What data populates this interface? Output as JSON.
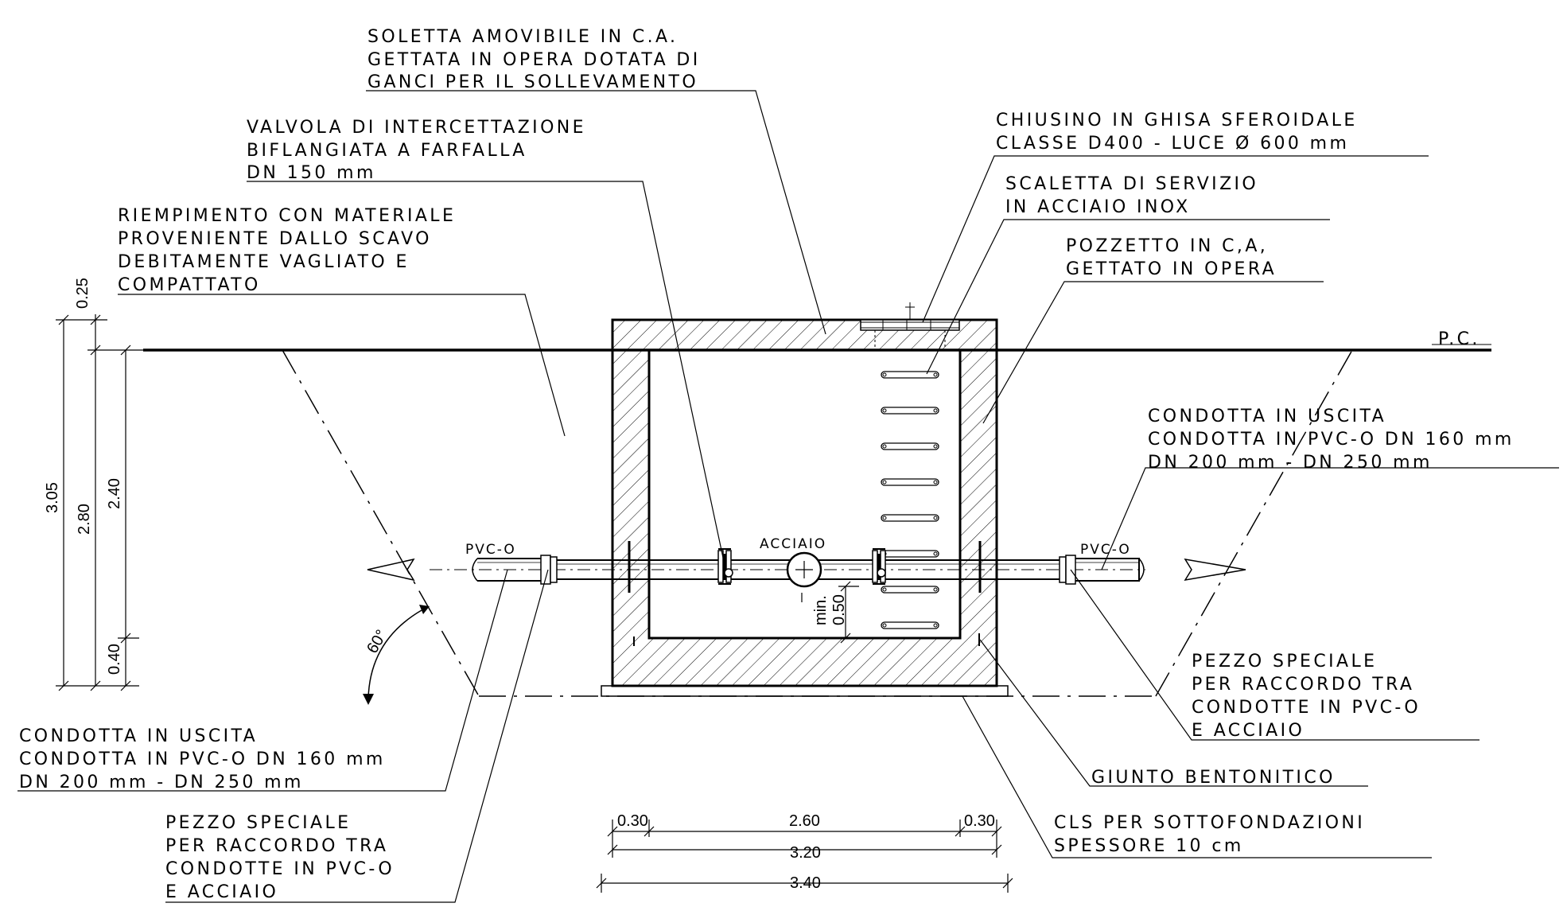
{
  "labels": {
    "soletta": [
      "SOLETTA AMOVIBILE IN C.A.",
      "GETTATA IN OPERA DOTATA DI",
      "GANCI PER IL SOLLEVAMENTO"
    ],
    "valvola": [
      "VALVOLA DI INTERCETTAZIONE",
      "BIFLANGIATA A FARFALLA",
      "DN 150 mm"
    ],
    "riempimento": [
      "RIEMPIMENTO CON MATERIALE",
      "PROVENIENTE DALLO SCAVO",
      "DEBITAMENTE VAGLIATO E",
      "COMPATTATO"
    ],
    "chiusino": [
      "CHIUSINO IN GHISA SFEROIDALE",
      "CLASSE D400 - LUCE Ø 600 mm"
    ],
    "scaletta": [
      "SCALETTA DI SERVIZIO",
      "IN ACCIAIO INOX"
    ],
    "pozzetto": [
      "POZZETTO IN C,A,",
      "GETTATO IN OPERA"
    ],
    "pc": "P.C.",
    "condotta_right": [
      "CONDOTTA IN USCITA",
      "CONDOTTA IN PVC-O DN 160 mm",
      "DN 200 mm - DN 250 mm"
    ],
    "condotta_left": [
      "CONDOTTA IN USCITA",
      "CONDOTTA IN PVC-O DN 160 mm",
      "DN 200 mm - DN 250 mm"
    ],
    "pezzo_right": [
      "PEZZO SPECIALE",
      "PER RACCORDO TRA",
      "CONDOTTE IN PVC-O",
      "E ACCIAIO"
    ],
    "pezzo_left": [
      "PEZZO SPECIALE",
      "PER RACCORDO TRA",
      "CONDOTTE IN PVC-O",
      "E ACCIAIO"
    ],
    "giunto": "GIUNTO BENTONITICO",
    "cls": [
      "CLS PER SOTTOFONDAZIONI",
      "SPESSORE 10 cm"
    ],
    "pvc_left": "PVC-O",
    "pvc_right": "PVC-O",
    "acciaio": "ACCIAIO",
    "angle": "60°"
  },
  "dimensions": {
    "left_0_25": "0.25",
    "left_3_05": "3.05",
    "left_2_80": "2.80",
    "left_2_40": "2.40",
    "left_0_40": "0.40",
    "min_label": "min.",
    "min_050": "0.50",
    "bottom_wall_left": "0.30",
    "bottom_inner": "2.60",
    "bottom_wall_right": "0.30",
    "bottom_total": "3.20",
    "bottom_base": "3.40"
  },
  "colors": {
    "ink": "#000000",
    "paper": "#ffffff"
  }
}
